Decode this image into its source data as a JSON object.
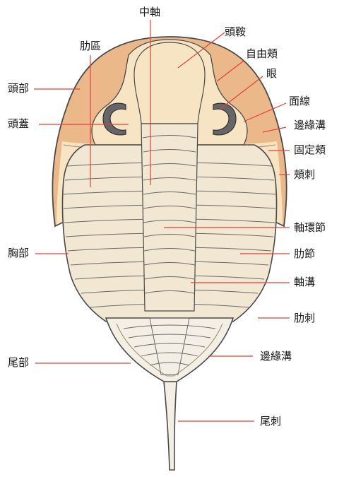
{
  "labels": {
    "axis": "中軸",
    "glabella": "頭鞍",
    "pleural_region": "肋區",
    "free_cheek": "自由頰",
    "eye": "眼",
    "cephalon": "頭部",
    "facial_suture": "面線",
    "cranidium": "頭蓋",
    "border_furrow_head": "邊緣溝",
    "fixed_cheek": "固定頰",
    "genal_spine": "頰刺",
    "axial_ring": "軸環節",
    "thorax": "胸部",
    "pleura": "肋節",
    "axial_furrow": "軸溝",
    "pleural_spine": "肋刺",
    "pygidium": "尾部",
    "border_furrow_tail": "邊緣溝",
    "tail_spine": "尾刺"
  },
  "colors": {
    "free_cheek_fill": "#ebb88a",
    "cranidium_fill": "#f6e4c2",
    "thorax_fill": "#f1e7d2",
    "pygidium_fill": "#f3efe4",
    "outline": "#4a4a4a",
    "eye_fill": "#666666",
    "leader_line": "#e0403a"
  }
}
